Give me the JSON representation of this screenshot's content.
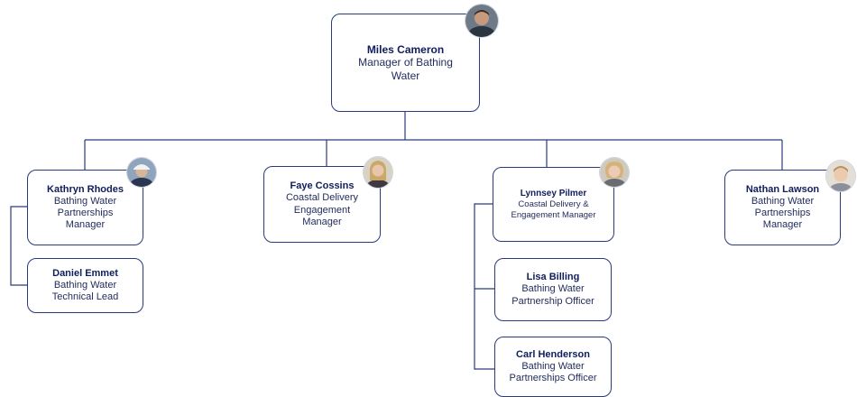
{
  "people": {
    "miles": {
      "name": "Miles Cameron",
      "role": "Manager of Bathing Water"
    },
    "kathryn": {
      "name": "Kathryn Rhodes",
      "role": "Bathing Water Partnerships Manager"
    },
    "daniel": {
      "name": "Daniel Emmet",
      "role": "Bathing Water Technical Lead"
    },
    "faye": {
      "name": "Faye Cossins",
      "role": "Coastal Delivery Engagement Manager"
    },
    "lynnsey": {
      "name": "Lynnsey Pilmer",
      "role": "Coastal Delivery & Engagement Manager"
    },
    "lisa": {
      "name": "Lisa Billing",
      "role": "Bathing Water Partnership Officer"
    },
    "carl": {
      "name": "Carl Henderson",
      "role": "Bathing Water Partnerships Officer"
    },
    "nathan": {
      "name": "Nathan Lawson",
      "role": "Bathing Water Partnerships Manager"
    }
  },
  "colors": {
    "line": "#2b3a7a",
    "name_text": "#0f1d5c",
    "role_text": "#1f2a5a"
  }
}
